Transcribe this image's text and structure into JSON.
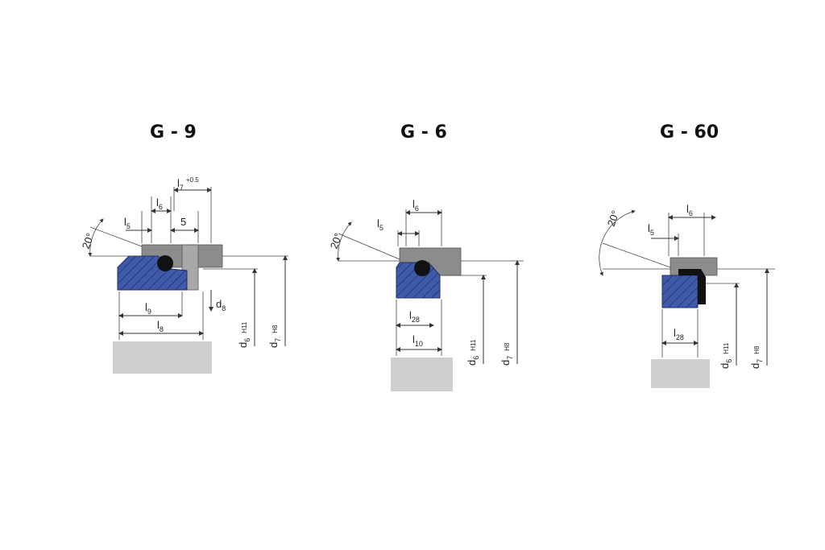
{
  "diagrams": [
    {
      "title": "G - 9",
      "labels": {
        "l7": "l",
        "l7_sub": "7",
        "l7_tol": "+0.5",
        "l6": "l",
        "l6_sub": "6",
        "l5": "l",
        "l5_sub": "5",
        "five": "5",
        "angle": "20°",
        "l9": "l",
        "l9_sub": "9",
        "l8": "l",
        "l8_sub": "8",
        "d8": "d",
        "d8_sub": "8",
        "d6": "d",
        "d6_sub": "6",
        "d6_tol": "H11",
        "d7": "d",
        "d7_sub": "7",
        "d7_tol": "H8"
      }
    },
    {
      "title": "G - 6",
      "labels": {
        "l6": "l",
        "l6_sub": "6",
        "l5": "l",
        "l5_sub": "5",
        "angle": "20°",
        "l28": "l",
        "l28_sub": "28",
        "l10": "l",
        "l10_sub": "10",
        "d6": "d",
        "d6_sub": "6",
        "d6_tol": "H11",
        "d7": "d",
        "d7_sub": "7",
        "d7_tol": "H8"
      }
    },
    {
      "title": "G - 60",
      "labels": {
        "l6": "l",
        "l6_sub": "6",
        "l5": "l",
        "l5_sub": "5",
        "angle": "20°",
        "l28": "l",
        "l28_sub": "28",
        "d6": "d",
        "d6_sub": "6",
        "d6_tol": "H11",
        "d7": "d",
        "d7_sub": "7",
        "d7_tol": "H8"
      }
    }
  ],
  "colors": {
    "seal": "#3f5aa9",
    "housing": "#8c8c8c",
    "base": "#cfcfcf",
    "oring": "#111111"
  }
}
